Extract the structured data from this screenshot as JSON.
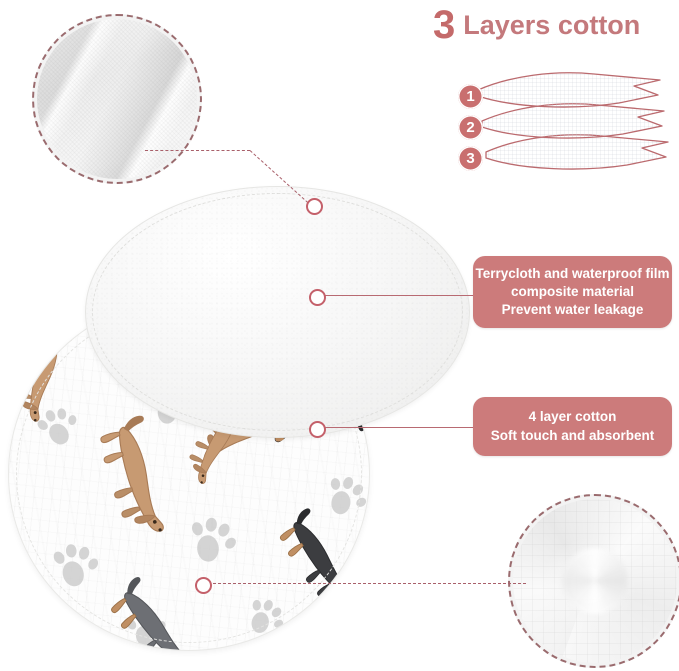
{
  "heading": {
    "number": "3",
    "text": "Layers cotton"
  },
  "layers_diagram": {
    "labels": [
      "1",
      "2",
      "3"
    ],
    "layer_count": 3,
    "accent_color": "#c96f6f",
    "sheet_fill": "#fcfbfb",
    "sheet_stroke": "#bb6a6e"
  },
  "callouts": [
    {
      "name": "waterproof-callout",
      "lines": [
        "Terrycloth and waterproof film",
        "composite material",
        "Prevent water leakage"
      ],
      "color": "#cc7b7b"
    },
    {
      "name": "cotton-callout",
      "lines": [
        "4 layer cotton",
        "Soft touch and absorbent"
      ],
      "color": "#cc7b7b"
    }
  ],
  "detail_circles": [
    {
      "name": "terrycloth-closeup",
      "caption": ""
    },
    {
      "name": "muslin-gauze-closeup",
      "caption": ""
    }
  ],
  "product": {
    "top_pad_label": "terrycloth-waterproof-pad",
    "bottom_pad_label": "4-layer-cotton-dachshund-pad",
    "pattern_motifs": [
      "dachshund-brown",
      "dachshund-black-tan",
      "paw-print"
    ],
    "pattern_colors": {
      "dog_brown": "#c79a72",
      "dog_brown_dark": "#a87b56",
      "dog_black": "#3a3a3c",
      "dog_grey": "#6d6f74",
      "paw": "#cfcfcf",
      "fabric": "#fdfdfd"
    }
  },
  "connectors": {
    "line_color": "#b86a72",
    "ring_color": "#c4606a",
    "items": [
      {
        "name": "connector-terrycloth-detail",
        "style": "dashed"
      },
      {
        "name": "connector-waterproof-callout",
        "style": "solid"
      },
      {
        "name": "connector-cotton-callout",
        "style": "solid"
      },
      {
        "name": "connector-gauze-detail",
        "style": "dashed"
      }
    ]
  }
}
